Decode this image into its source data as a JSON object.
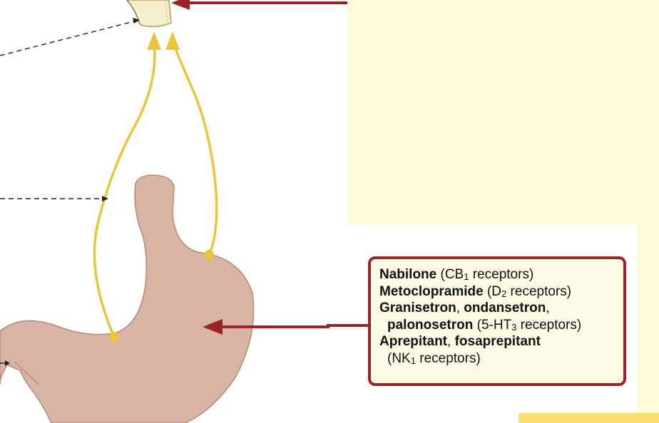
{
  "drug_box": {
    "nabilone": "Nabilone",
    "nabilone_target_pre": " (CB",
    "nabilone_sub": "1",
    "nabilone_target_post": " receptors)",
    "metoclopramide": "Metoclopramide",
    "metoclopramide_target_pre": " (D",
    "metoclopramide_sub": "2",
    "metoclopramide_target_post": " receptors)",
    "granisetron": "Granisetron",
    "sep1": ", ",
    "ondansetron": "ondansetron",
    "sep2": ",",
    "palonosetron": "palonosetron",
    "palonosetron_target_pre": " (5-HT",
    "palonosetron_sub": "3",
    "palonosetron_target_post": " receptors)",
    "aprepitant": "Aprepitant",
    "sep3": ", ",
    "fosaprepitant": "fosaprepitant",
    "nk_pre": "(NK",
    "nk_sub": "1",
    "nk_post": " receptors)"
  },
  "colors": {
    "arrow_red": "#9b2326",
    "nerve_yellow": "#e9c53c",
    "stomach": "#d8b4a4",
    "panel_yellow": "#fdfbd8",
    "box_fill": "#fbfbe6"
  }
}
